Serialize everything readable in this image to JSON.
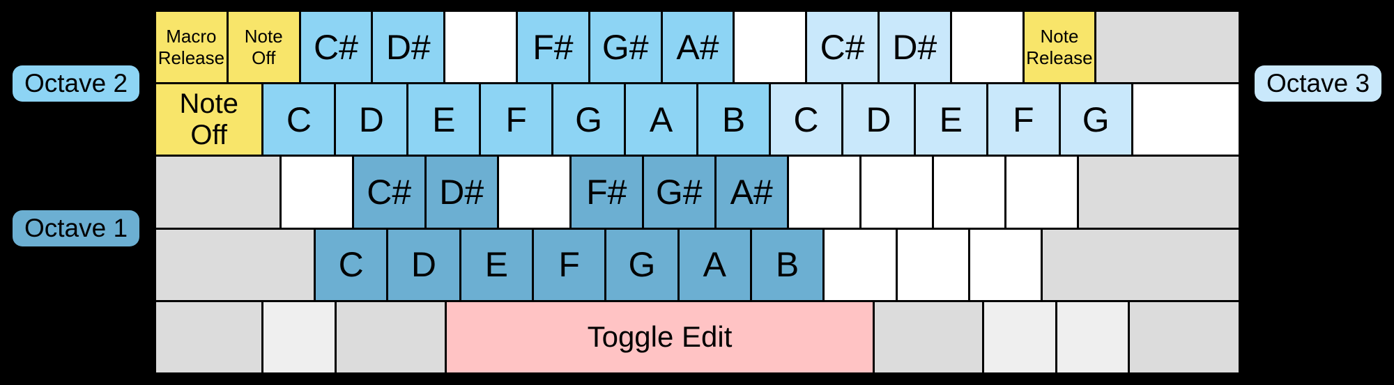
{
  "diagram": {
    "background": "#000000",
    "legend_colors": {
      "octave1": "#6CAFD2",
      "octave2": "#8DD4F4",
      "octave3": "#C9E8FB",
      "action": "#F8E56A",
      "toggle": "#FFC3C4",
      "modifier": "#DCDCDC",
      "modifier_light": "#EFEFEF",
      "unmapped": "#FFFFFF",
      "key_text": "#000000"
    },
    "badges": [
      {
        "label": "Octave 2",
        "color": "#8DD4F4"
      },
      {
        "label": "Octave 1",
        "color": "#6CAFD2"
      },
      {
        "label": "Octave 3",
        "color": "#C9E8FB"
      }
    ],
    "rows": [
      {
        "keys": [
          {
            "label": "Macro\nRelease",
            "color": "action",
            "w": 1,
            "size": "small"
          },
          {
            "label": "Note\nOff",
            "color": "action",
            "w": 1,
            "size": "small"
          },
          {
            "label": "C#",
            "color": "octave2",
            "w": 1,
            "size": "large"
          },
          {
            "label": "D#",
            "color": "octave2",
            "w": 1,
            "size": "large"
          },
          {
            "label": "",
            "color": "unmapped",
            "w": 1
          },
          {
            "label": "F#",
            "color": "octave2",
            "w": 1,
            "size": "large"
          },
          {
            "label": "G#",
            "color": "octave2",
            "w": 1,
            "size": "large"
          },
          {
            "label": "A#",
            "color": "octave2",
            "w": 1,
            "size": "large"
          },
          {
            "label": "",
            "color": "unmapped",
            "w": 1
          },
          {
            "label": "C#",
            "color": "octave3",
            "w": 1,
            "size": "large"
          },
          {
            "label": "D#",
            "color": "octave3",
            "w": 1,
            "size": "large"
          },
          {
            "label": "",
            "color": "unmapped",
            "w": 1
          },
          {
            "label": "Note\nRelease",
            "color": "action",
            "w": 1,
            "size": "small"
          },
          {
            "label": "",
            "color": "modifier",
            "w": 2.02
          }
        ]
      },
      {
        "keys": [
          {
            "label": "Note\nOff",
            "color": "action",
            "w": 1.5,
            "size": "medium"
          },
          {
            "label": "C",
            "color": "octave2",
            "w": 1,
            "size": "large"
          },
          {
            "label": "D",
            "color": "octave2",
            "w": 1,
            "size": "large"
          },
          {
            "label": "E",
            "color": "octave2",
            "w": 1,
            "size": "large"
          },
          {
            "label": "F",
            "color": "octave2",
            "w": 1,
            "size": "large"
          },
          {
            "label": "G",
            "color": "octave2",
            "w": 1,
            "size": "large"
          },
          {
            "label": "A",
            "color": "octave2",
            "w": 1,
            "size": "large"
          },
          {
            "label": "B",
            "color": "octave2",
            "w": 1,
            "size": "large"
          },
          {
            "label": "C",
            "color": "octave3",
            "w": 1,
            "size": "large"
          },
          {
            "label": "D",
            "color": "octave3",
            "w": 1,
            "size": "large"
          },
          {
            "label": "E",
            "color": "octave3",
            "w": 1,
            "size": "large"
          },
          {
            "label": "F",
            "color": "octave3",
            "w": 1,
            "size": "large"
          },
          {
            "label": "G",
            "color": "octave3",
            "w": 1,
            "size": "large"
          },
          {
            "label": "",
            "color": "unmapped",
            "w": 1.5
          }
        ]
      },
      {
        "keys": [
          {
            "label": "",
            "color": "modifier",
            "w": 1.75
          },
          {
            "label": "",
            "color": "unmapped",
            "w": 1
          },
          {
            "label": "C#",
            "color": "octave1",
            "w": 1,
            "size": "large"
          },
          {
            "label": "D#",
            "color": "octave1",
            "w": 1,
            "size": "large"
          },
          {
            "label": "",
            "color": "unmapped",
            "w": 1
          },
          {
            "label": "F#",
            "color": "octave1",
            "w": 1,
            "size": "large"
          },
          {
            "label": "G#",
            "color": "octave1",
            "w": 1,
            "size": "large"
          },
          {
            "label": "A#",
            "color": "octave1",
            "w": 1,
            "size": "large"
          },
          {
            "label": "",
            "color": "unmapped",
            "w": 1
          },
          {
            "label": "",
            "color": "unmapped",
            "w": 1
          },
          {
            "label": "",
            "color": "unmapped",
            "w": 1
          },
          {
            "label": "",
            "color": "unmapped",
            "w": 1
          },
          {
            "label": "",
            "color": "modifier",
            "w": 2.27
          }
        ]
      },
      {
        "keys": [
          {
            "label": "",
            "color": "modifier",
            "w": 2.23
          },
          {
            "label": "C",
            "color": "octave1",
            "w": 1,
            "size": "large"
          },
          {
            "label": "D",
            "color": "octave1",
            "w": 1,
            "size": "large"
          },
          {
            "label": "E",
            "color": "octave1",
            "w": 1,
            "size": "large"
          },
          {
            "label": "F",
            "color": "octave1",
            "w": 1,
            "size": "large"
          },
          {
            "label": "G",
            "color": "octave1",
            "w": 1,
            "size": "large"
          },
          {
            "label": "A",
            "color": "octave1",
            "w": 1,
            "size": "large"
          },
          {
            "label": "B",
            "color": "octave1",
            "w": 1,
            "size": "large"
          },
          {
            "label": "",
            "color": "unmapped",
            "w": 1
          },
          {
            "label": "",
            "color": "unmapped",
            "w": 1
          },
          {
            "label": "",
            "color": "unmapped",
            "w": 1
          },
          {
            "label": "",
            "color": "modifier",
            "w": 2.77
          }
        ]
      },
      {
        "keys": [
          {
            "label": "",
            "color": "modifier",
            "w": 1.48
          },
          {
            "label": "",
            "color": "modifier_light",
            "w": 1.0
          },
          {
            "label": "",
            "color": "modifier",
            "w": 1.52
          },
          {
            "label": "Toggle Edit",
            "color": "toggle",
            "w": 6.0,
            "size": "toggle"
          },
          {
            "label": "",
            "color": "modifier",
            "w": 1.51
          },
          {
            "label": "",
            "color": "modifier_light",
            "w": 1.0
          },
          {
            "label": "",
            "color": "modifier_light",
            "w": 0.99
          },
          {
            "label": "",
            "color": "modifier",
            "w": 1.53
          }
        ]
      }
    ]
  }
}
